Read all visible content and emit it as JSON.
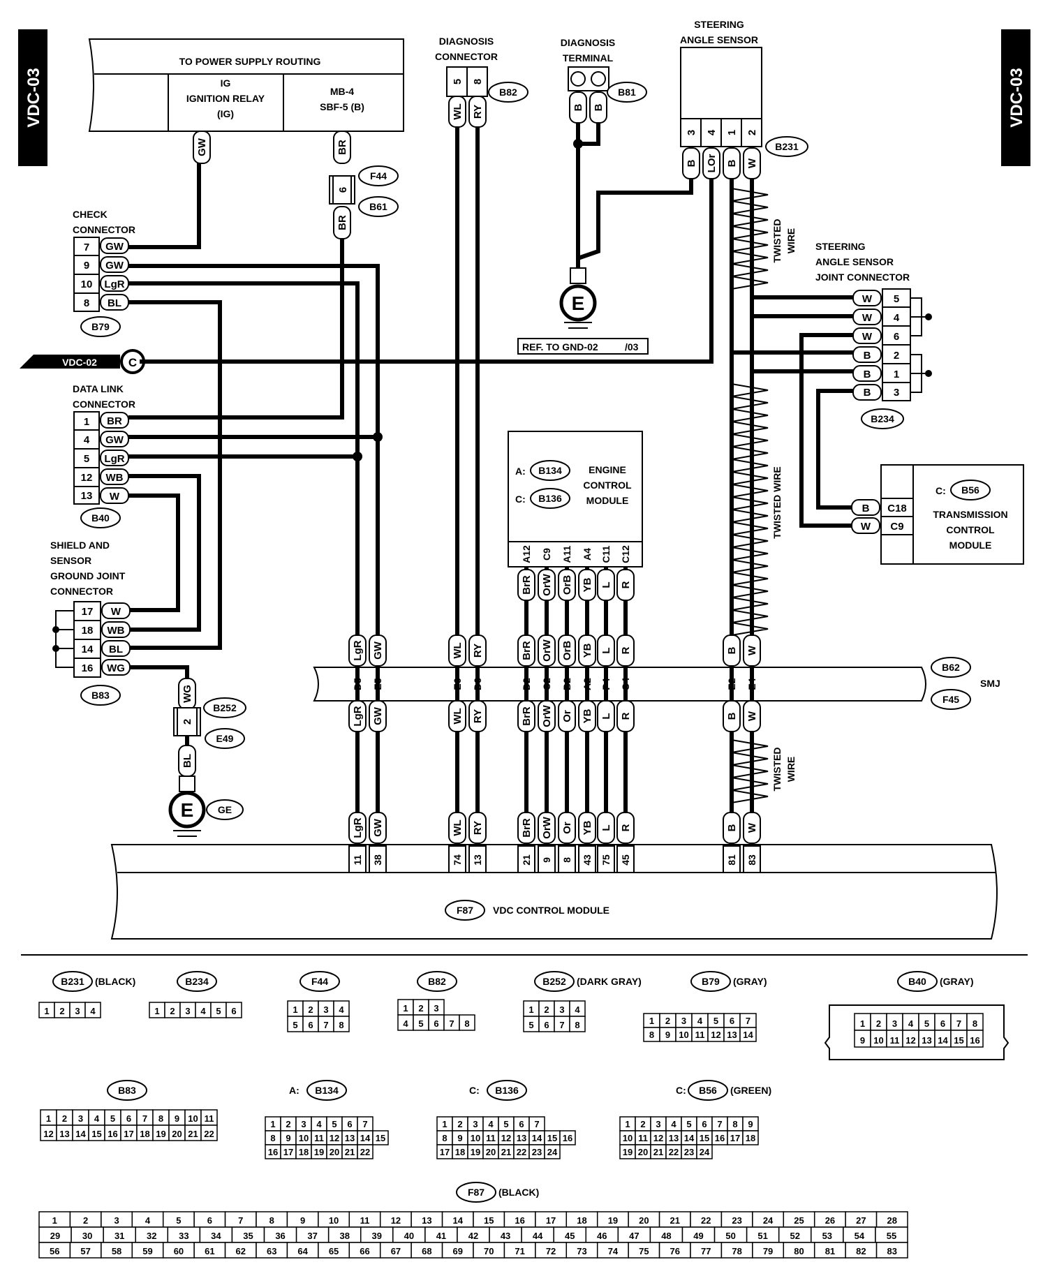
{
  "sheet": {
    "code": "VDC-03"
  },
  "power_supply": {
    "title": "TO POWER SUPPLY ROUTING",
    "ig_label": "IG",
    "ig_relay": "IGNITION RELAY",
    "ig_paren": "(IG)",
    "mb_label": "MB-4",
    "sbf_label": "SBF-5 (B)"
  },
  "diag_connector": {
    "name": "DIAGNOSIS",
    "name2": "CONNECTOR",
    "id": "B82",
    "pins": [
      "5",
      "8"
    ],
    "wires": [
      "WL",
      "RY"
    ]
  },
  "diag_terminal": {
    "name": "DIAGNOSIS",
    "name2": "TERMINAL",
    "id": "B81",
    "wires": [
      "B",
      "B"
    ]
  },
  "sas": {
    "name": "STEERING",
    "name2": "ANGLE SENSOR",
    "id": "B231",
    "pins": [
      "3",
      "4",
      "1",
      "2"
    ],
    "wires": [
      "B",
      "LOr",
      "B",
      "W"
    ]
  },
  "f44": {
    "id1": "F44",
    "id2": "B61",
    "pin": "6",
    "wire_top": "BR",
    "wire_bottom": "BR",
    "ig_wire": "GW"
  },
  "check_connector": {
    "name": "CHECK",
    "name2": "CONNECTOR",
    "id": "B79",
    "pins": [
      "7",
      "9",
      "10",
      "8"
    ],
    "wires": [
      "GW",
      "GW",
      "LgR",
      "BL"
    ]
  },
  "gnd_ref": {
    "label": "REF. TO GND-02",
    "suffix": "/03",
    "symbol": "E"
  },
  "twisted": {
    "label1": "TWISTED",
    "label2": "WIRE",
    "label_full": "TWISTED WIRE"
  },
  "sas_joint": {
    "name": "STEERING",
    "name2": "ANGLE SENSOR",
    "name3": "JOINT CONNECTOR",
    "id": "B234",
    "pins": [
      "5",
      "4",
      "6",
      "2",
      "1",
      "3"
    ],
    "wires": [
      "W",
      "W",
      "W",
      "B",
      "B",
      "B"
    ]
  },
  "vdc02": {
    "label": "VDC-02",
    "symbol": "C"
  },
  "data_link": {
    "name": "DATA LINK",
    "name2": "CONNECTOR",
    "id": "B40",
    "pins": [
      "1",
      "4",
      "5",
      "12",
      "13"
    ],
    "wires": [
      "BR",
      "GW",
      "LgR",
      "WB",
      "W"
    ]
  },
  "ecm": {
    "a_prefix": "A:",
    "a_id": "B134",
    "c_prefix": "C:",
    "c_id": "B136",
    "name1": "ENGINE",
    "name2": "CONTROL",
    "name3": "MODULE",
    "pins": [
      "A12",
      "C9",
      "A11",
      "A4",
      "C11",
      "C12"
    ],
    "wires": [
      "BrR",
      "OrW",
      "OrB",
      "YB",
      "L",
      "R"
    ]
  },
  "tcm": {
    "prefix": "C:",
    "id": "B56",
    "name1": "TRANSMISSION",
    "name2": "CONTROL",
    "name3": "MODULE",
    "pins": [
      "C18",
      "C9"
    ],
    "wires": [
      "B",
      "W"
    ]
  },
  "shield": {
    "name1": "SHIELD AND",
    "name2": "SENSOR",
    "name3": "GROUND JOINT",
    "name4": "CONNECTOR",
    "id": "B83",
    "pins": [
      "17",
      "18",
      "14",
      "16"
    ],
    "wires": [
      "W",
      "WB",
      "BL",
      "WG"
    ]
  },
  "smj": {
    "label": "SMJ",
    "id1": "B62",
    "id2": "F45",
    "top_wires": [
      "LgR",
      "GW",
      "WL",
      "RY",
      "BrR",
      "OrW",
      "OrB",
      "YB",
      "L",
      "R",
      "B",
      "W"
    ],
    "pins": [
      "D5",
      "E5",
      "E6",
      "D6",
      "D2",
      "C2",
      "B2",
      "A2",
      "P4",
      "O4",
      "E2",
      "E4"
    ],
    "bottom_wires": [
      "LgR",
      "GW",
      "WL",
      "RY",
      "BrR",
      "OrW",
      "Or",
      "YB",
      "L",
      "R",
      "B",
      "W"
    ]
  },
  "b252": {
    "id1": "B252",
    "id2": "E49",
    "pin": "2",
    "wire_top": "WG",
    "wire_bottom": "BL",
    "gnd_symbol": "E",
    "gnd_label": "GE"
  },
  "vdc_cm": {
    "id": "F87",
    "name": "VDC CONTROL MODULE",
    "top_wires": [
      "LgR",
      "GW",
      "WL",
      "RY",
      "BrR",
      "OrW",
      "Or",
      "YB",
      "L",
      "R",
      "B",
      "W"
    ],
    "pins": [
      "11",
      "38",
      "74",
      "13",
      "21",
      "9",
      "8",
      "43",
      "75",
      "45",
      "81",
      "83"
    ]
  },
  "faces": {
    "b231": {
      "id": "B231",
      "color": "(BLACK)",
      "pins": [
        "1",
        "2",
        "3",
        "4"
      ]
    },
    "b234": {
      "id": "B234",
      "pins": [
        "1",
        "2",
        "3",
        "4",
        "5",
        "6"
      ]
    },
    "f44": {
      "id": "F44",
      "rows": [
        [
          "1",
          "2",
          "3",
          "4"
        ],
        [
          "5",
          "6",
          "7",
          "8"
        ]
      ]
    },
    "b82": {
      "id": "B82",
      "rows": [
        [
          "1",
          "2",
          "3"
        ],
        [
          "4",
          "5",
          "6",
          "7",
          "8"
        ]
      ]
    },
    "b252": {
      "id": "B252",
      "color": "(DARK GRAY)",
      "rows": [
        [
          "1",
          "2",
          "3",
          "4"
        ],
        [
          "5",
          "6",
          "7",
          "8"
        ]
      ]
    },
    "b79": {
      "id": "B79",
      "color": "(GRAY)",
      "rows": [
        [
          "1",
          "2",
          "3",
          "4",
          "5",
          "6",
          "7"
        ],
        [
          "8",
          "9",
          "10",
          "11",
          "12",
          "13",
          "14"
        ]
      ]
    },
    "b40": {
      "id": "B40",
      "color": "(GRAY)",
      "rows": [
        [
          "1",
          "2",
          "3",
          "4",
          "5",
          "6",
          "7",
          "8"
        ],
        [
          "9",
          "10",
          "11",
          "12",
          "13",
          "14",
          "15",
          "16"
        ]
      ]
    },
    "b83": {
      "id": "B83",
      "rows": [
        [
          "1",
          "2",
          "3",
          "4",
          "5",
          "6",
          "7",
          "8",
          "9",
          "10",
          "11"
        ],
        [
          "12",
          "13",
          "14",
          "15",
          "16",
          "17",
          "18",
          "19",
          "20",
          "21",
          "22"
        ]
      ]
    },
    "b134": {
      "prefix": "A:",
      "id": "B134",
      "rows": [
        [
          "1",
          "2",
          "3",
          "4",
          "5",
          "6",
          "7"
        ],
        [
          "8",
          "9",
          "10",
          "11",
          "12",
          "13",
          "14",
          "15"
        ],
        [
          "16",
          "17",
          "18",
          "19",
          "20",
          "21",
          "22"
        ]
      ]
    },
    "b136": {
      "prefix": "C:",
      "id": "B136",
      "rows": [
        [
          "1",
          "2",
          "3",
          "4",
          "5",
          "6",
          "7"
        ],
        [
          "8",
          "9",
          "10",
          "11",
          "12",
          "13",
          "14",
          "15",
          "16"
        ],
        [
          "17",
          "18",
          "19",
          "20",
          "21",
          "22",
          "23",
          "24"
        ]
      ]
    },
    "b56": {
      "prefix": "C:",
      "id": "B56",
      "color": "(GREEN)",
      "rows": [
        [
          "1",
          "2",
          "3",
          "4",
          "5",
          "6",
          "7",
          "8",
          "9"
        ],
        [
          "10",
          "11",
          "12",
          "13",
          "14",
          "15",
          "16",
          "17",
          "18"
        ],
        [
          "19",
          "20",
          "21",
          "22",
          "23",
          "24"
        ]
      ]
    },
    "f87": {
      "id": "F87",
      "color": "(BLACK)",
      "rows": [
        [
          "1",
          "2",
          "3",
          "4",
          "5",
          "6",
          "7",
          "8",
          "9",
          "10",
          "11",
          "12",
          "13",
          "14",
          "15",
          "16",
          "17",
          "18",
          "19",
          "20",
          "21",
          "22",
          "23",
          "24",
          "25",
          "26",
          "27",
          "28"
        ],
        [
          "29",
          "30",
          "31",
          "32",
          "33",
          "34",
          "35",
          "36",
          "37",
          "38",
          "39",
          "40",
          "41",
          "42",
          "43",
          "44",
          "45",
          "46",
          "47",
          "48",
          "49",
          "50",
          "51",
          "52",
          "53",
          "54",
          "55"
        ],
        [
          "56",
          "57",
          "58",
          "59",
          "60",
          "61",
          "62",
          "63",
          "64",
          "65",
          "66",
          "67",
          "68",
          "69",
          "70",
          "71",
          "72",
          "73",
          "74",
          "75",
          "76",
          "77",
          "78",
          "79",
          "80",
          "81",
          "82",
          "83"
        ]
      ]
    }
  }
}
